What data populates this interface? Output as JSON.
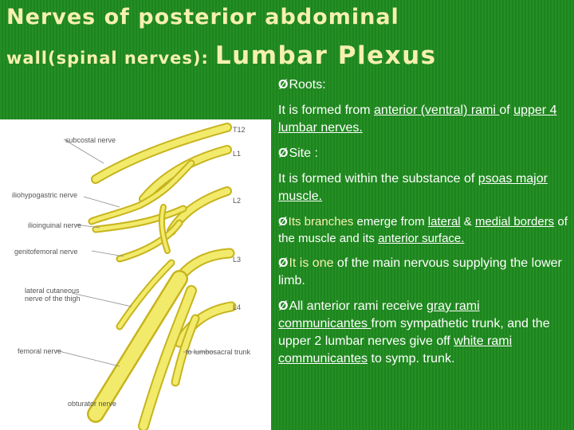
{
  "title": {
    "line1": "Nerves of posterior abdominal",
    "line2_prefix": "wall(spinal nerves):",
    "line2_emphasis": "Lumbar Plexus"
  },
  "figure": {
    "labels": {
      "t12": "T12",
      "l1": "L1",
      "l2": "L2",
      "l3": "L3",
      "l4": "L4",
      "subcostal": "subcostal nerve",
      "iliohypogastric": "iliohypogastric nerve",
      "ilioinguinal": "ilioinguinal nerve",
      "genitofemoral": "genitofemoral nerve",
      "lateral_cutaneous_1": "lateral cutaneous",
      "lateral_cutaneous_2": "nerve of the thigh",
      "femoral": "femoral nerve",
      "lumbosacral": "to lumbosacral trunk",
      "obturator": "obturator nerve"
    }
  },
  "content": {
    "arrow": "Ø",
    "roots_heading": "Roots:",
    "roots_text": {
      "a": "It is formed from ",
      "b": "anterior (ventral) rami ",
      "c": "of ",
      "d": "upper 4 lumbar nerves."
    },
    "site_heading": "Site :",
    "site_text": {
      "a": "It is formed within the substance of ",
      "b": "psoas major muscle."
    },
    "branches": {
      "a": "Its branches",
      "b": " emerge from ",
      "c": "lateral",
      "d": " & ",
      "e": "medial borders",
      "f": " of the muscle and its ",
      "g": "anterior surface."
    },
    "main": {
      "a": "It is one",
      "b": " of the main nervous supplying the lower limb."
    },
    "rami": {
      "a": "All anterior rami  receive ",
      "b": "gray rami communicantes ",
      "c": "from sympathetic trunk, and the upper 2 lumbar nerves give off ",
      "d": "white rami communicantes",
      "e": " to symp. trunk."
    }
  }
}
